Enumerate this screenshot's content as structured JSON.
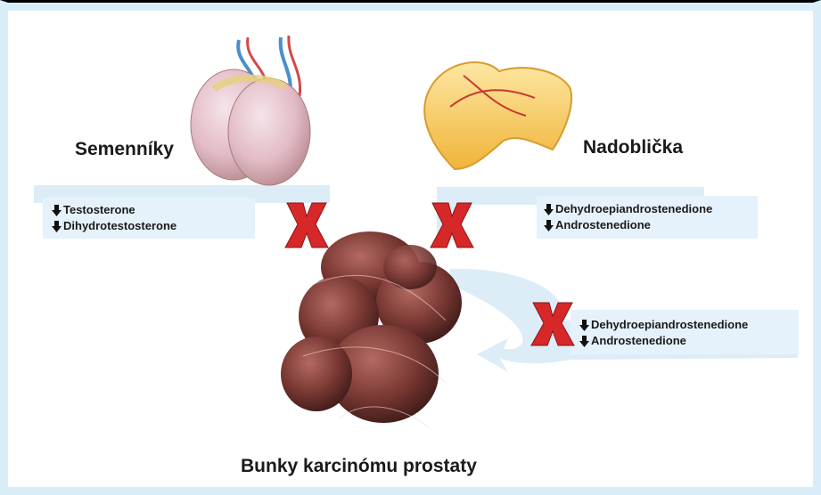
{
  "labels": {
    "testes": "Semenníky",
    "adrenal": "Nadoblička",
    "tumor": "Bunky karcinómu prostaty"
  },
  "left_box": [
    "Testosterone",
    "Dihydrotestosterone"
  ],
  "right_box": [
    "Dehydroepiandrostenedione",
    "Androstenedione"
  ],
  "bottom_box": [
    "Dehydroepiandrostenedione",
    "Androstenedione"
  ],
  "icons": {
    "block": "red-x-icon",
    "decrease": "down-arrow-icon"
  },
  "colors": {
    "band": "#d8edf8",
    "x_mark": "#d62828",
    "text": "#1a1a1a"
  }
}
